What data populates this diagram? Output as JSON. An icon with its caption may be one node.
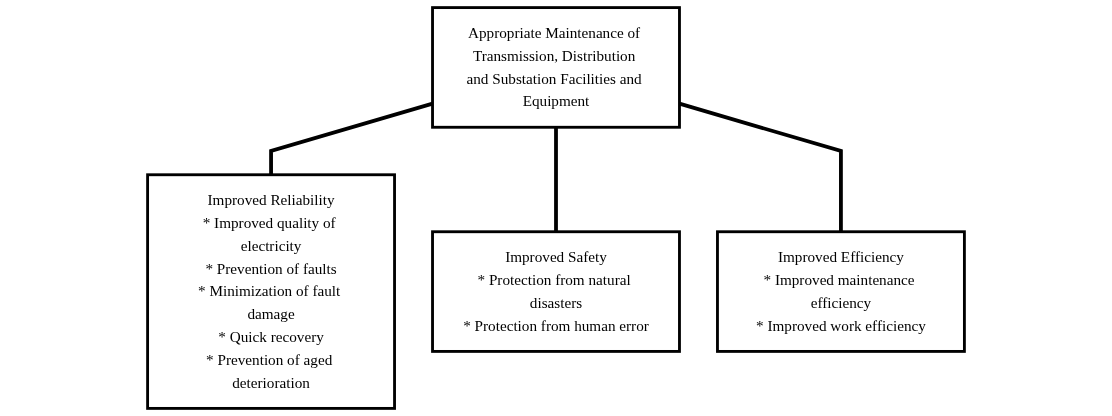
{
  "diagram": {
    "nodes": [
      {
        "text": [
          "Appropriate Maintenance of Transmission, Distribution and Substation Facilities and Equipment"
        ]
      },
      {
        "text": [
          "Improved Reliability",
          "* Improved quality of electricity",
          "* Prevention of faults",
          "* Minimization of fault damage",
          "* Quick recovery",
          "* Prevention of aged deterioration"
        ]
      },
      {
        "text": [
          "Improved Safety",
          "* Protection from natural disasters",
          "* Protection from human error"
        ]
      },
      {
        "text": [
          "Improved Efficiency",
          "* Improved maintenance efficiency",
          "* Improved work efficiency"
        ]
      }
    ],
    "edges": [
      {
        "from": 0,
        "to": 1,
        "arrow": "none"
      },
      {
        "from": 0,
        "to": 2,
        "arrow": "none"
      },
      {
        "from": 0,
        "to": 3,
        "arrow": "none"
      }
    ]
  }
}
